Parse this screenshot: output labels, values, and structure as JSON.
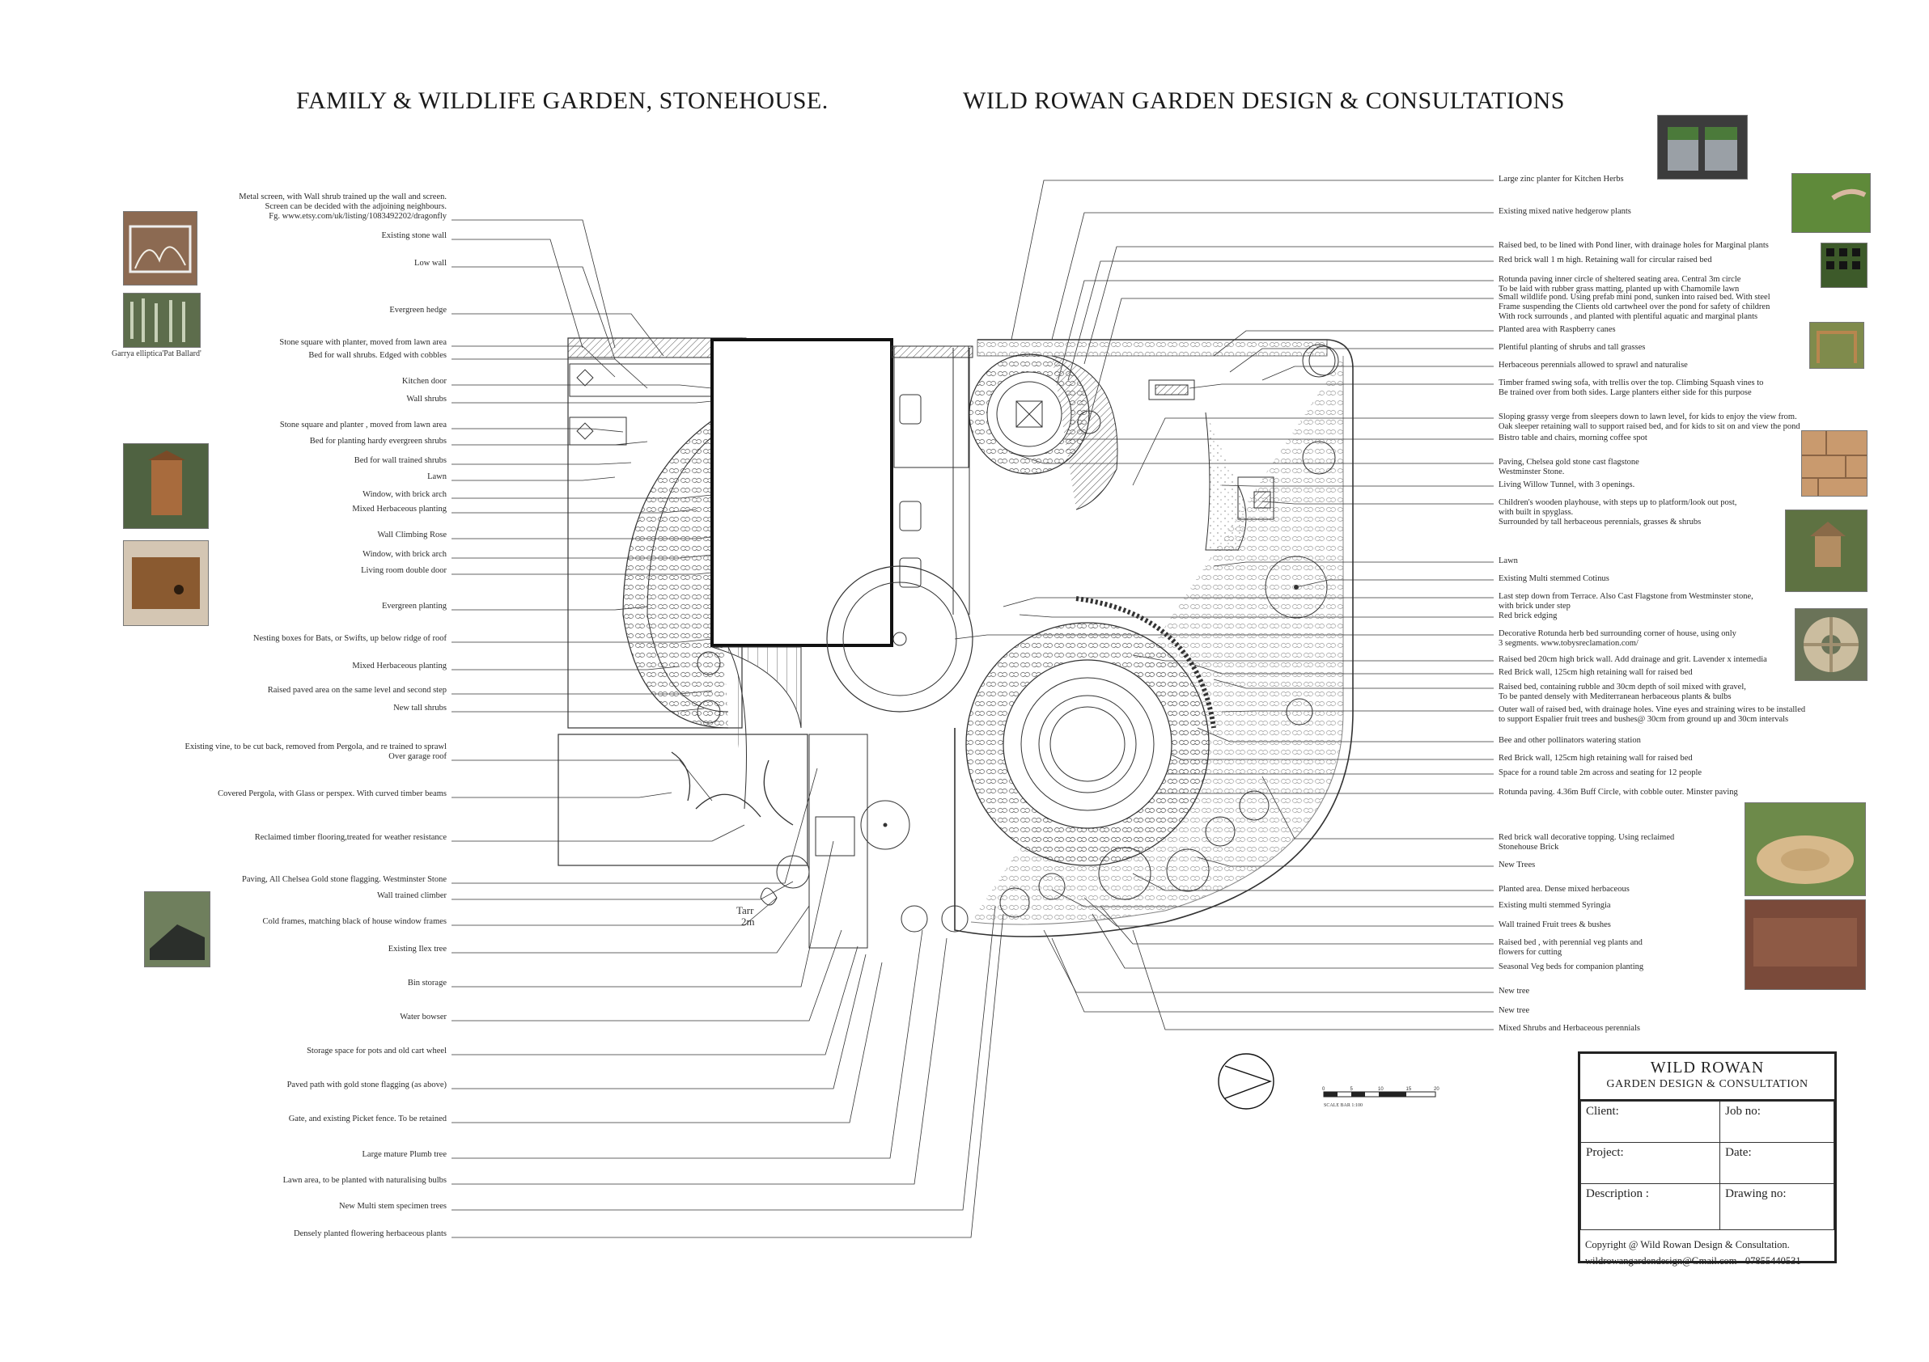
{
  "titles": {
    "left": "FAMILY & WILDLIFE GARDEN, STONEHOUSE.",
    "right": "WILD ROWAN GARDEN DESIGN & CONSULTATIONS"
  },
  "left_labels": [
    "Metal screen, with Wall shrub trained up the wall and screen.\nScreen can be decided with the adjoining neighbours.\nFg. www.etsy.com/uk/listing/1083492202/dragonfly",
    "Existing stone wall",
    "Low wall",
    "Evergreen hedge",
    "Stone square with planter, moved from lawn area",
    "Bed for wall shrubs. Edged with cobbles",
    "Kitchen door",
    "Wall shrubs",
    "Stone square and planter , moved from lawn area",
    "Bed for planting hardy evergreen shrubs",
    "Bed for wall trained shrubs",
    "Lawn",
    "Window, with brick arch",
    "Mixed Herbaceous planting",
    "Wall Climbing Rose",
    "Window, with brick arch",
    "Living room double door",
    "Evergreen planting",
    "Nesting boxes for Bats, or Swifts, up below ridge of roof",
    "Mixed Herbaceous planting",
    "Raised paved area on the same level and second step",
    "New tall shrubs",
    "Existing vine, to be cut back, removed from Pergola, and re trained to sprawl\nOver garage roof",
    "Covered Pergola, with Glass or perspex. With curved timber beams",
    "Reclaimed timber flooring,treated for weather resistance",
    "Paving, All Chelsea Gold stone flagging. Westminster Stone",
    "Wall trained climber",
    "Cold frames, matching black of house window frames",
    "Existing Ilex tree",
    "Bin storage",
    "Water bowser",
    "Storage space for pots and old cart wheel",
    "Paved path with gold stone flagging (as above)",
    "Gate, and existing Picket fence. To be retained",
    "Large mature Plumb tree",
    "Lawn area, to be planted with naturalising bulbs",
    "New Multi stem specimen trees",
    "Densely planted flowering herbaceous plants"
  ],
  "right_labels": [
    "Large zinc planter for Kitchen Herbs",
    "Existing mixed native hedgerow plants",
    "Raised bed, to be lined with Pond liner, with drainage holes for Marginal plants",
    "Red brick wall 1 m high. Retaining wall for circular raised bed",
    "Rotunda paving inner circle of sheltered seating area. Central 3m circle\nTo be laid with rubber grass matting, planted up with Chamomile lawn",
    "Small wildlife pond. Using prefab mini pond, sunken into raised bed. With steel\nFrame suspending the Clients old cartwheel over the pond for safety of children\nWith rock surrounds , and planted with plentiful aquatic and marginal plants",
    "Planted area with Raspberry canes",
    "Plentiful planting of shrubs and tall grasses",
    "Herbaceous perennials allowed to sprawl and naturalise",
    "Timber framed swing sofa, with trellis over the top. Climbing Squash vines to\nBe trained over from both sides. Large planters either side for this purpose",
    "Sloping grassy verge from sleepers down to lawn level, for kids to enjoy the view from.\nOak sleeper retaining wall to support raised bed, and for kids to sit on and view the pond",
    "Bistro table and chairs, morning coffee spot",
    "Paving, Chelsea gold stone cast flagstone\nWestminster Stone.",
    "Living Willow Tunnel, with 3 openings.",
    "Children's wooden playhouse, with steps up to platform/look out post,\nwith built in spyglass.\nSurrounded by tall herbaceous perennials, grasses & shrubs",
    "Lawn",
    "Existing Multi stemmed Cotinus",
    "Last step down from Terrace. Also Cast Flagstone from Westminster stone,\nwith brick under step",
    "Red brick edging",
    "Decorative Rotunda herb bed surrounding corner of house, using only\n3 segments. www.tobysreclamation.com/",
    "Raised bed 20cm high brick wall. Add drainage and grit. Lavender x intemedia",
    "Red Brick wall, 125cm high retaining wall for raised bed",
    "Raised bed, containing rubble and 30cm depth of soil mixed with gravel,\nTo be panted densely with Mediterranean herbaceous plants & bulbs",
    "Outer wall of raised bed, with drainage holes. Vine eyes and straining wires to be installed\nto support Espalier fruit trees and bushes@ 30cm from ground up and 30cm intervals",
    "Bee and other pollinators watering station",
    "Red Brick wall, 125cm high retaining wall for raised bed",
    "Space for a round table 2m across and seating for 12 people",
    "Rotunda paving. 4.36m Buff Circle, with cobble outer. Minster paving",
    "Red brick wall decorative topping. Using reclaimed\nStonehouse Brick",
    "New Trees",
    "Planted area. Dense mixed herbaceous",
    "Existing multi stemmed Syringia",
    "Wall trained Fruit trees & bushes",
    "Raised bed , with perennial veg plants and\nflowers for cutting",
    "Seasonal Veg beds for companion planting",
    "New tree",
    "New tree",
    "Mixed Shrubs and Herbaceous perennials"
  ],
  "photo_caption": "Garrya elliptica'Pat Ballard'",
  "plan_annotation": "Tarr\n2m",
  "scale": {
    "label": "SCALE BAR 1:100",
    "ticks": [
      "0",
      "5",
      "10",
      "15",
      "20"
    ]
  },
  "title_block": {
    "name": "WILD ROWAN",
    "subtitle": "GARDEN DESIGN & CONSULTATION",
    "fields": {
      "client": "Client:",
      "job_no": "Job no:",
      "project": "Project:",
      "date": "Date:",
      "description": "Description :",
      "drawing_no": "Drawing no:"
    },
    "copyright": "Copyright @ Wild Rowan Design & Consultation.",
    "contact": "wildrowangardendesign@Gmail.com - 07855440531"
  },
  "colors": {
    "ink": "#222222",
    "paper": "#ffffff",
    "hatch": "#555555"
  }
}
